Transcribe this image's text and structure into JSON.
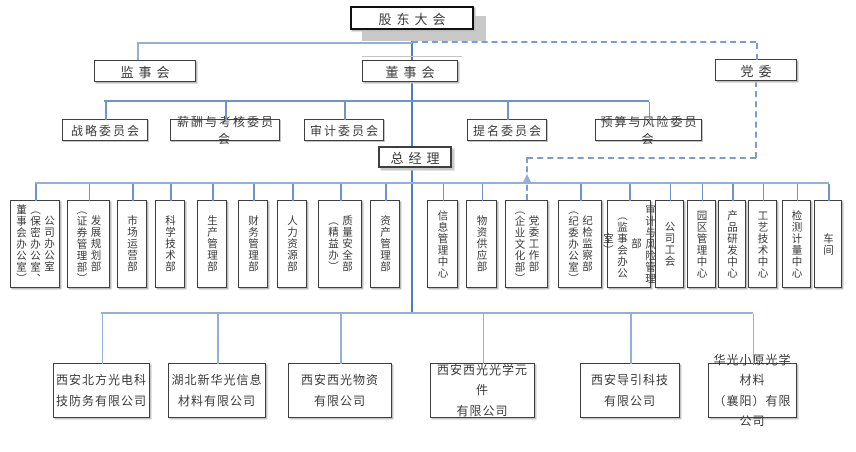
{
  "nodes": {
    "shareholders": {
      "label": "股东大会"
    },
    "supervisory": {
      "label": "监事会"
    },
    "board": {
      "label": "董事会"
    },
    "party": {
      "label": "党委"
    },
    "gm": {
      "label": "总经理"
    },
    "committees": [
      {
        "label": "战略委员会"
      },
      {
        "label": "薪酬与考核委员会"
      },
      {
        "label": "审计委员会"
      },
      {
        "label": "提名委员会"
      },
      {
        "label": "预算与风险委员会"
      }
    ],
    "departments": [
      {
        "label": "公司办公室\n（保密办公室、\n董事会办公室）"
      },
      {
        "label": "发展规划部\n（证券管理部）"
      },
      {
        "label": "市场运营部"
      },
      {
        "label": "科学技术部"
      },
      {
        "label": "生产管理部"
      },
      {
        "label": "财务管理部"
      },
      {
        "label": "人力资源部"
      },
      {
        "label": "质量安全部\n（精益办）"
      },
      {
        "label": "资产管理部"
      },
      {
        "label": "信息管理中心"
      },
      {
        "label": "物资供应部"
      },
      {
        "label": "党委工作部\n（企业文化部）"
      },
      {
        "label": "纪检监察部\n（纪委办公室）"
      },
      {
        "label": "审计与风险管理部\n（监事会办公室）"
      },
      {
        "label": "公司工会"
      },
      {
        "label": "园区管理中心"
      },
      {
        "label": "产品研发中心"
      },
      {
        "label": "工艺技术中心"
      },
      {
        "label": "检测计量中心"
      },
      {
        "label": "车间"
      }
    ],
    "subsidiaries": [
      {
        "label": "西安北方光电科\n技防务有限公司"
      },
      {
        "label": "湖北新华光信息\n材料有限公司"
      },
      {
        "label": "西安西光物资\n有限公司"
      },
      {
        "label": "西安西光光学元件\n有限公司"
      },
      {
        "label": "西安导引科技\n有限公司"
      },
      {
        "label": "华光小原光学材料\n（襄阳）有限公司"
      }
    ]
  },
  "colors": {
    "connector_solid": "#6e94c9",
    "connector_light": "#94afd9",
    "connector_dark": "#4d7cc0",
    "connector_dashed": "#7b9bd4",
    "box_border": "#3f3f3f",
    "box_shadow": "#c9c9c9"
  }
}
